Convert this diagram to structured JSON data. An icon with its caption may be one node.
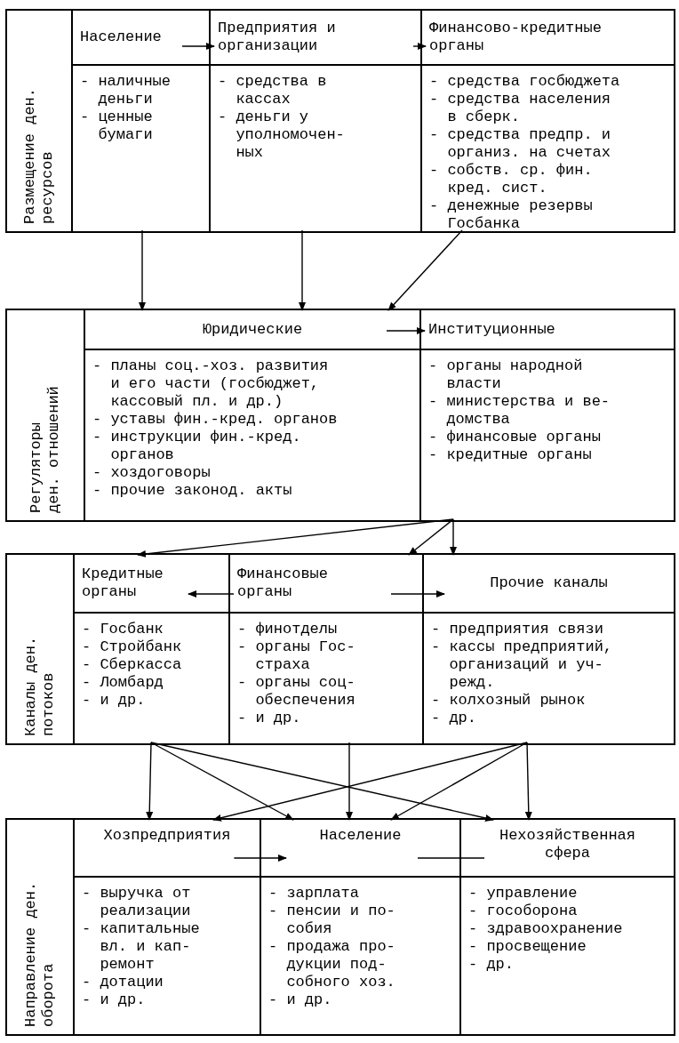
{
  "diagram": {
    "nodes": [
      {
        "text": [
          "Размещение ден. ресурсов"
        ]
      },
      {
        "text": [
          "Население",
          "- наличные деньги",
          "- ценные бумаги"
        ],
        "in": 0
      },
      {
        "text": [
          "Предприятия и организации",
          "- средства в кассах",
          "- деньги у уполномочен- ных"
        ],
        "in": 0
      },
      {
        "text": [
          "Финансово-кредитные органы",
          "- средства госбюджета",
          "- средства населения в сберк.",
          "- средства предпр. и организ. на счетах",
          "- собств. ср. фин. кред. сист.",
          "- денежные резервы Госбанка"
        ],
        "in": 0
      },
      {
        "text": [
          "Регуляторы ден. отношений"
        ]
      },
      {
        "text": [
          "Юридические",
          "- планы соц.-хоз. развития и его части (госбюджет, кассовый пл. и др.)",
          "- уставы фин.-кред. органов",
          "- инструкции фин.-кред. органов",
          "- хоздоговоры",
          "- прочие законод. акты"
        ],
        "in": 4
      },
      {
        "text": [
          "Институционные",
          "- органы народной власти",
          "- министерства и ве- домства",
          "- финансовые органы",
          "- кредитные органы"
        ],
        "in": 4
      },
      {
        "text": [
          "Каналы ден. потоков"
        ]
      },
      {
        "text": [
          "Кредитные органы",
          "- Госбанк",
          "- Стройбанк",
          "- Сберкасса",
          "- Ломбард",
          "- и др."
        ],
        "in": 7
      },
      {
        "text": [
          "Финансовые органы",
          "- финотделы",
          "- органы Гос- страха",
          "- органы соц- обеспечения",
          "- и др."
        ],
        "in": 7
      },
      {
        "text": [
          "Прочие каналы",
          "- предприятия связи",
          "- кассы предприятий, организаций и уч- режд.",
          "- колхозный рынок",
          "- др."
        ],
        "in": 7
      },
      {
        "text": [
          "Направление ден. оборота"
        ]
      },
      {
        "text": [
          "Хозпредприятия",
          "- выручка от реализации",
          "- капитальные вл. и кап- ремонт",
          "- дотации",
          "- и др."
        ],
        "in": 11
      },
      {
        "text": [
          "Население",
          "- зарплата",
          "- пенсии и по- собия",
          "- продажа про- дукции под- собного хоз.",
          "- и др."
        ],
        "in": 11
      },
      {
        "text": [
          "Нехозяйственная сфера",
          "- управление",
          "- гособорона",
          "- здравоохранение",
          "- просвещение",
          "- др."
        ],
        "in": 11
      }
    ],
    "edges": [
      {
        "from": 1,
        "to": 2,
        "arrow": "to"
      },
      {
        "from": 2,
        "to": 3,
        "arrow": "to"
      },
      {
        "from": 1,
        "to": 5,
        "arrow": "to"
      },
      {
        "from": 2,
        "to": 5,
        "arrow": "to"
      },
      {
        "from": 3,
        "to": 5,
        "arrow": "to"
      },
      {
        "from": 5,
        "to": 6,
        "arrow": "to"
      },
      {
        "from": 6,
        "to": 8,
        "arrow": "to"
      },
      {
        "from": 6,
        "to": 9,
        "arrow": "to"
      },
      {
        "from": 6,
        "to": 10,
        "arrow": "to"
      },
      {
        "from": 9,
        "to": 8,
        "arrow": "to"
      },
      {
        "from": 9,
        "to": 10,
        "arrow": "to"
      },
      {
        "from": 8,
        "to": 12,
        "arrow": "to"
      },
      {
        "from": 8,
        "to": 13,
        "arrow": "to"
      },
      {
        "from": 8,
        "to": 14,
        "arrow": "to"
      },
      {
        "from": 9,
        "to": 13,
        "arrow": "to"
      },
      {
        "from": 10,
        "to": 14,
        "arrow": "to"
      },
      {
        "from": 10,
        "to": 12,
        "arrow": "to"
      },
      {
        "from": 10,
        "to": 13,
        "arrow": "to"
      },
      {
        "from": 12,
        "to": 13,
        "arrow": "to"
      },
      {
        "from": 13,
        "to": 14,
        "arrow": "none"
      }
    ]
  }
}
